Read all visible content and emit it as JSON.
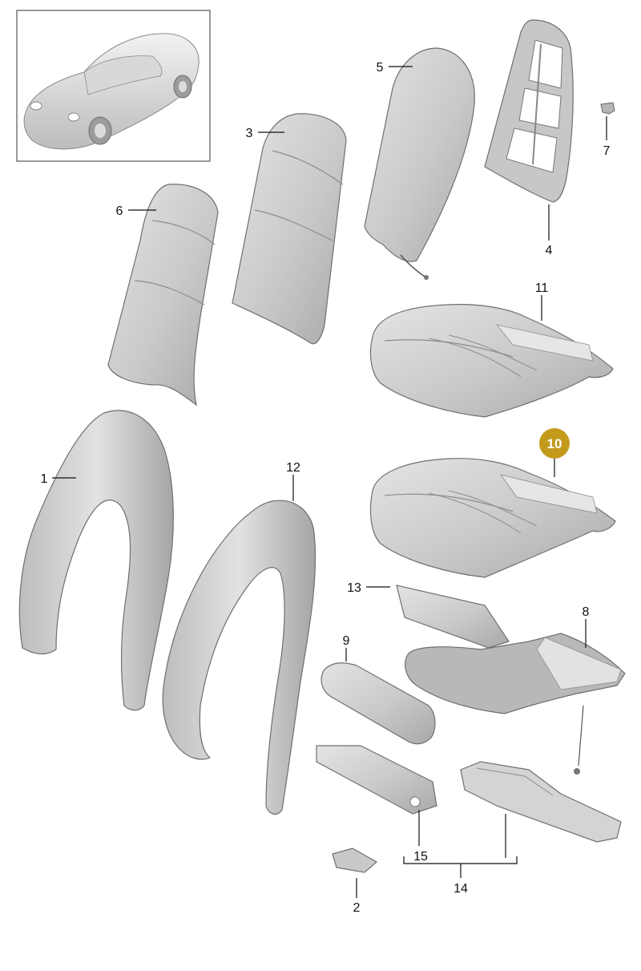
{
  "colors": {
    "part_fill": "#cfcfcf",
    "part_shade": "#a9a9a9",
    "part_light": "#e6e6e6",
    "outline": "#6f6f6f",
    "highlight": "#c49a1d",
    "inset_border": "#555555"
  },
  "icons": {
    "inset_vehicle": "car-icon"
  },
  "callouts": {
    "c1": "1",
    "c2": "2",
    "c3": "3",
    "c4": "4",
    "c5": "5",
    "c6": "6",
    "c7": "7",
    "c8": "8",
    "c9": "9",
    "c10": "10",
    "c11": "11",
    "c12": "12",
    "c13": "13",
    "c14": "14",
    "c15": "15"
  },
  "highlighted_callout": "10"
}
